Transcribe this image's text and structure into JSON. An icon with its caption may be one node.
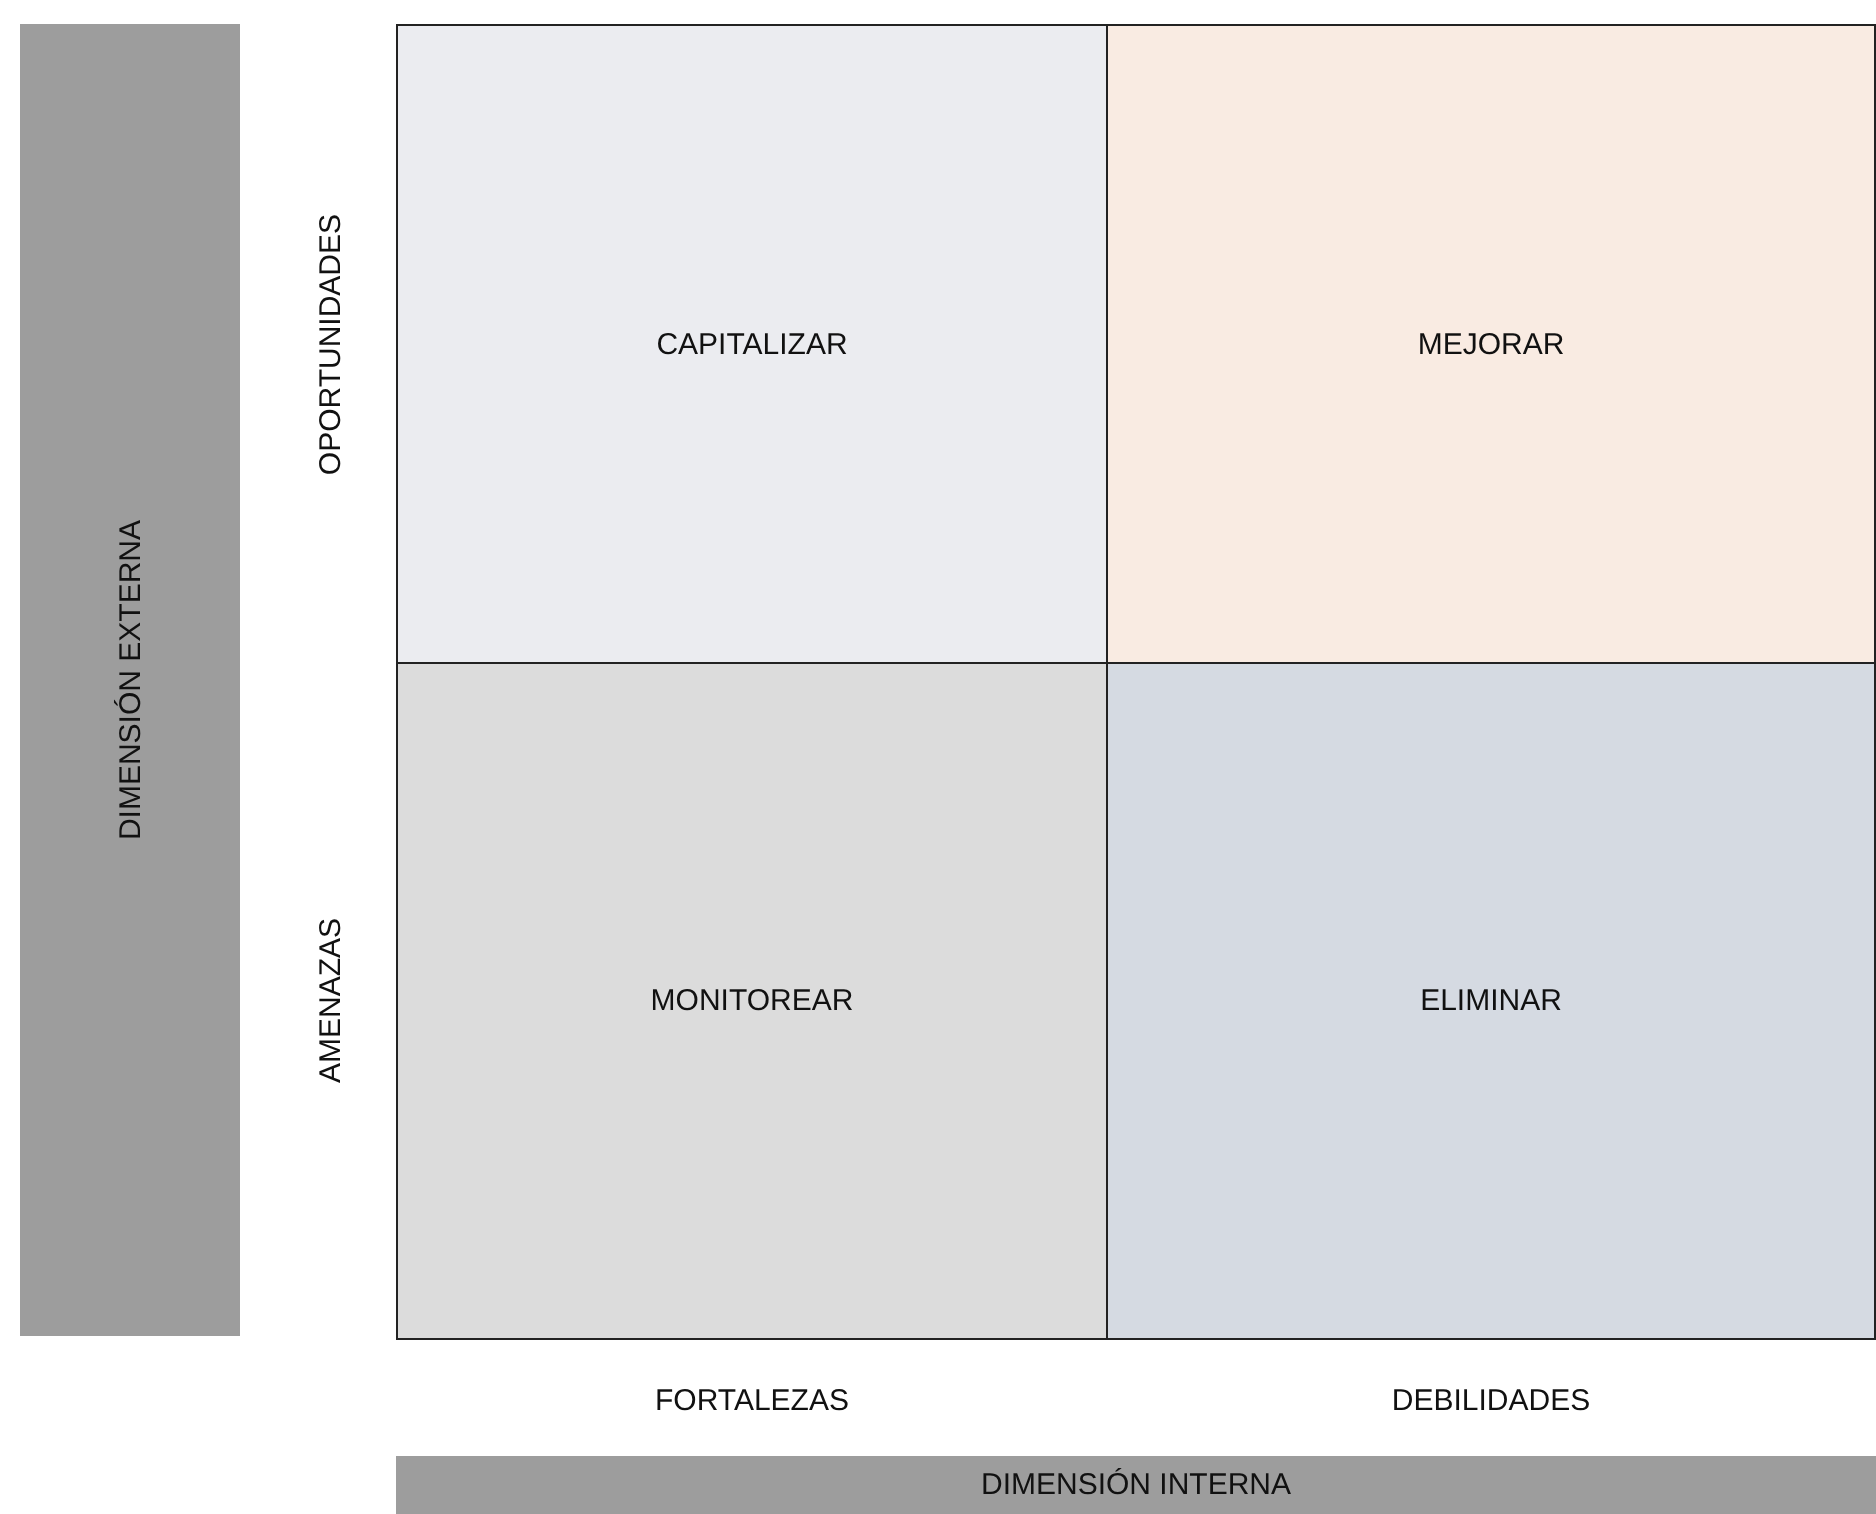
{
  "diagram": {
    "nodes": [
      {
        "text": [
          "DIMENSIÓN EXTERNA"
        ]
      },
      {
        "text": [
          "CAPITALIZAR"
        ]
      },
      {
        "text": [
          "MEJORAR"
        ]
      },
      {
        "text": [
          "MONITOREAR"
        ]
      },
      {
        "text": [
          "ELIMINAR"
        ]
      },
      {
        "text": [
          "DIMENSIÓN INTERNA"
        ]
      }
    ],
    "edges": [],
    "labels": [
      "OPORTUNIDADES",
      "AMENAZAS",
      "FORTALEZAS",
      "DEBILIDADES"
    ]
  }
}
